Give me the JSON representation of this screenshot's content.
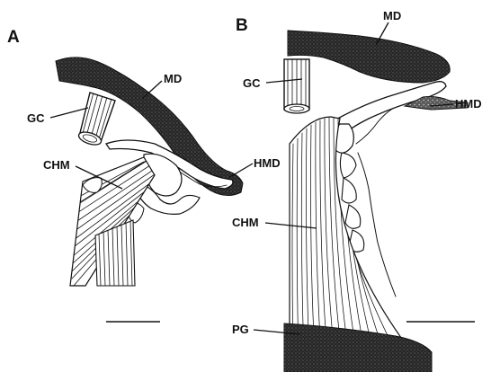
{
  "panels": {
    "a": {
      "letter": "A",
      "labels": {
        "md": "MD",
        "gc": "GC",
        "chm": "CHM",
        "hmd": "HMD"
      }
    },
    "b": {
      "letter": "B",
      "labels": {
        "md": "MD",
        "gc": "GC",
        "hmd": "HMD",
        "chm": "CHM",
        "pg": "PG"
      }
    }
  }
}
